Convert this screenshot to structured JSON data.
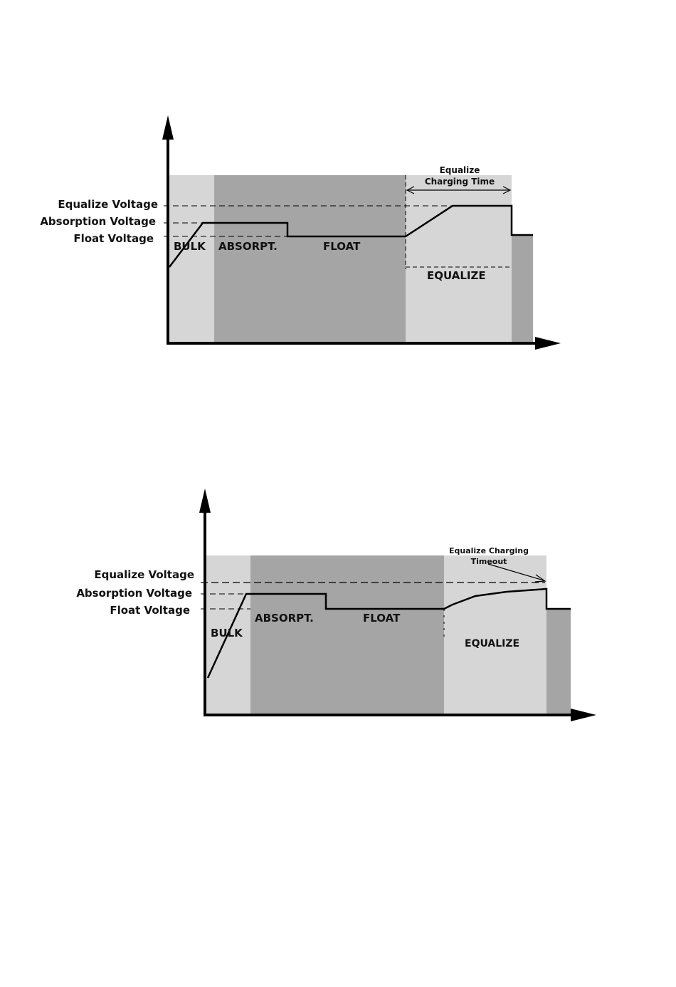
{
  "colors": {
    "light_zone": "#d6d6d6",
    "dark_zone": "#a5a5a5",
    "line": "#000000"
  },
  "diagram1": {
    "labels": {
      "equalize_voltage": "Equalize Voltage",
      "absorption_voltage": "Absorption Voltage",
      "float_voltage": "Float Voltage"
    },
    "zones": {
      "bulk": "BULK",
      "absorpt": "ABSORPT.",
      "float": "FLOAT",
      "equalize": "EQUALIZE"
    },
    "annotation": {
      "line1": "Equalize",
      "line2": "Charging Time"
    }
  },
  "diagram2": {
    "labels": {
      "equalize_voltage": "Equalize Voltage",
      "absorption_voltage": "Absorption Voltage",
      "float_voltage": "Float Voltage"
    },
    "zones": {
      "bulk": "BULK",
      "absorpt": "ABSORPT.",
      "float": "FLOAT",
      "equalize": "EQUALIZE"
    },
    "annotation": {
      "line1": "Equalize Charging",
      "line2": "Timeout"
    }
  }
}
